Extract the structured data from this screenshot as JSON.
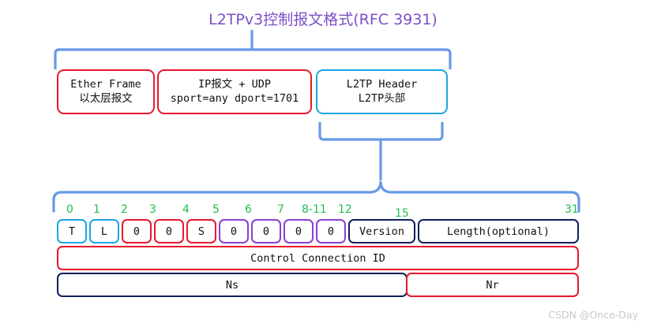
{
  "diagram": {
    "title": "L2TPv3控制报文格式(RFC 3931)",
    "title_color": "#7b4fc9",
    "watermark": "CSDN @Once-Day"
  },
  "colors": {
    "red": "#e8192c",
    "blue": "#19a5e6",
    "purple": "#8b3fd4",
    "navy": "#10205c",
    "bracket_blue": "#6699e8",
    "ruler_green": "#1fbf4f"
  },
  "encapsulation": {
    "boxes": [
      {
        "line1": "Ether Frame",
        "line2": "以太层报文",
        "color": "red"
      },
      {
        "line1": "IP报文 + UDP",
        "line2": "sport=any dport=1701",
        "color": "red"
      },
      {
        "line1": "L2TP Header",
        "line2": "L2TP头部",
        "color": "blue"
      }
    ]
  },
  "header_format": {
    "ruler_labels": [
      "0",
      "1",
      "2",
      "3",
      "4",
      "5",
      "6",
      "7",
      "8-11",
      "12",
      "15",
      "31"
    ],
    "row1": [
      {
        "label": "T",
        "color": "blue"
      },
      {
        "label": "L",
        "color": "blue"
      },
      {
        "label": "0",
        "color": "red"
      },
      {
        "label": "0",
        "color": "red"
      },
      {
        "label": "S",
        "color": "red"
      },
      {
        "label": "0",
        "color": "purple"
      },
      {
        "label": "0",
        "color": "purple"
      },
      {
        "label": "0",
        "color": "purple"
      },
      {
        "label": "0",
        "color": "purple"
      },
      {
        "label": "Version",
        "color": "navy"
      },
      {
        "label": "Length(optional)",
        "color": "navy"
      }
    ],
    "row2": [
      {
        "label": "Control Connection ID",
        "color": "red"
      }
    ],
    "row3": [
      {
        "label": "Ns",
        "color": "navy"
      },
      {
        "label": "Nr",
        "color": "red"
      }
    ]
  }
}
